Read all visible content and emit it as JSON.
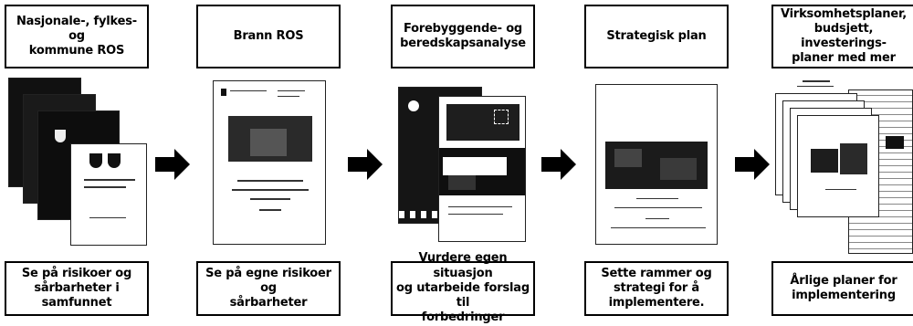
{
  "stages": [
    {
      "top": "Nasjonale-, fylkes- og\nkommune ROS",
      "bottom": "Se på risikoer og\nsårbarheter i samfunnet"
    },
    {
      "top": "Brann ROS",
      "bottom": "Se på egne risikoer og\nsårbarheter"
    },
    {
      "top": "Forebyggende- og\nberedskapsanalyse",
      "bottom": "Vurdere egen situasjon\nog utarbeide forslag til\nforbedringer"
    },
    {
      "top": "Strategisk plan",
      "bottom": "Sette rammer og\nstrategi for å\nimplementere."
    },
    {
      "top": "Virksomhetsplaner,\nbudsjett, investerings-\nplaner med mer",
      "bottom": "Årlige planer for\nimplementering"
    }
  ],
  "icons": {
    "arrow": "right-arrow-icon",
    "document": "document-thumbnail-icon"
  },
  "colors": {
    "ink": "#000000",
    "paper": "#ffffff"
  }
}
